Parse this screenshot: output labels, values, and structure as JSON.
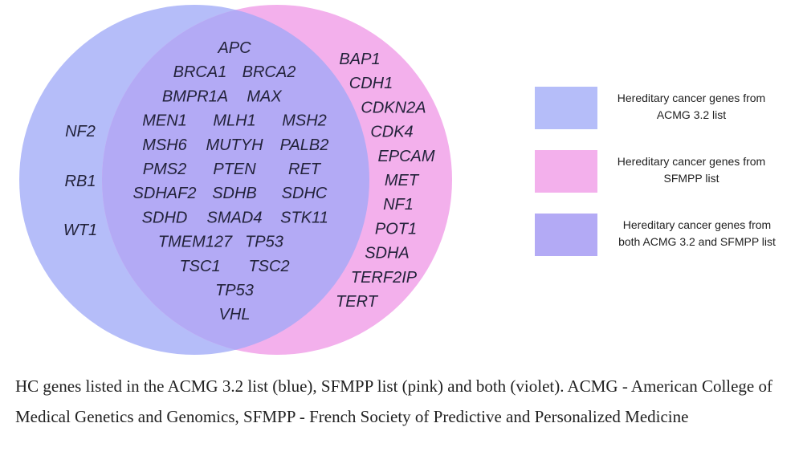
{
  "colors": {
    "acmg": "#b5bdf9",
    "sfmpp": "#f3b0ec",
    "both": "#b3aaf5"
  },
  "venn": {
    "acmg_only": [
      "NF2",
      "RB1",
      "WT1"
    ],
    "both_rows": [
      [
        "APC"
      ],
      [
        "BRCA1",
        "BRCA2"
      ],
      [
        "BMPR1A",
        "MAX"
      ],
      [
        "MEN1",
        "MLH1",
        "MSH2"
      ],
      [
        "MSH6",
        "MUTYH",
        "PALB2"
      ],
      [
        "PMS2",
        "PTEN",
        "RET"
      ],
      [
        "SDHAF2",
        "SDHB",
        "SDHC"
      ],
      [
        "SDHD",
        "SMAD4",
        "STK11"
      ],
      [
        "TMEM127",
        "TP53"
      ],
      [
        "TSC1",
        "TSC2"
      ],
      [
        "TP53"
      ],
      [
        "VHL"
      ]
    ],
    "sfmpp_only": [
      "BAP1",
      "CDH1",
      "CDKN2A",
      "CDK4",
      "EPCAM",
      "MET",
      "NF1",
      "POT1",
      "SDHA",
      "TERF2IP",
      "TERT"
    ]
  },
  "legend": [
    {
      "key": "acmg",
      "lines": [
        "Hereditary cancer genes from",
        "ACMG 3.2 list"
      ]
    },
    {
      "key": "sfmpp",
      "lines": [
        "Hereditary cancer genes from",
        "SFMPP list"
      ]
    },
    {
      "key": "both",
      "lines": [
        "Hereditary cancer genes from",
        "both ACMG 3.2 and SFMPP list"
      ]
    }
  ],
  "caption": "HC genes listed in the ACMG 3.2 list (blue), SFMPP list (pink) and both (violet). ACMG - American College of Medical Genetics and Genomics, SFMPP - French Society of Predictive and Personalized Medicine"
}
